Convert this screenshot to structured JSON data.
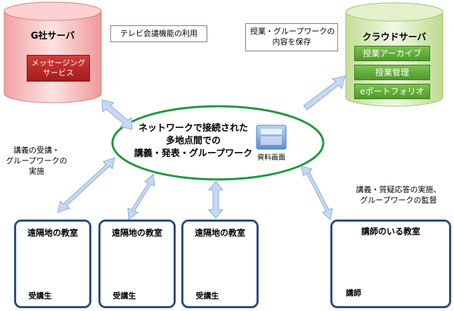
{
  "g_server": {
    "title": "G社サーバ",
    "service_line1": "メッセージング",
    "service_line2": "サービス",
    "note": "テレビ会議機能の利用"
  },
  "cloud_server": {
    "title": "クラウドサーバ",
    "items": [
      "授業アーカイブ",
      "授業管理",
      "eポートフォリオ"
    ],
    "note_line1": "授業・グループワークの",
    "note_line2": "内容を保存"
  },
  "center": {
    "line1": "ネットワークで接続された",
    "line2": "多地点間での",
    "line3": "講義・発表・グループワーク",
    "screen_label": "資料画面"
  },
  "left_note": {
    "line1": "講義の受講・",
    "line2": "グループワークの",
    "line3": "実施"
  },
  "right_note": {
    "line1": "講義・質疑応答の実施、",
    "line2": "グループワークの監督"
  },
  "rooms": [
    {
      "title": "遠隔地の教室",
      "person": "受講生"
    },
    {
      "title": "遠隔地の教室",
      "person": "受講生"
    },
    {
      "title": "遠隔地の教室",
      "person": "受講生"
    },
    {
      "title": "講師のいる教室",
      "person": "講師"
    }
  ],
  "colors": {
    "arrow_fill": "#c6d9f1",
    "arrow_stroke": "#8eaadc",
    "ellipse_stroke": "#1c9a3a",
    "room_border": "#2e4c82",
    "red_server": "#f6b4b4",
    "green_server": "#cbe3a7"
  }
}
